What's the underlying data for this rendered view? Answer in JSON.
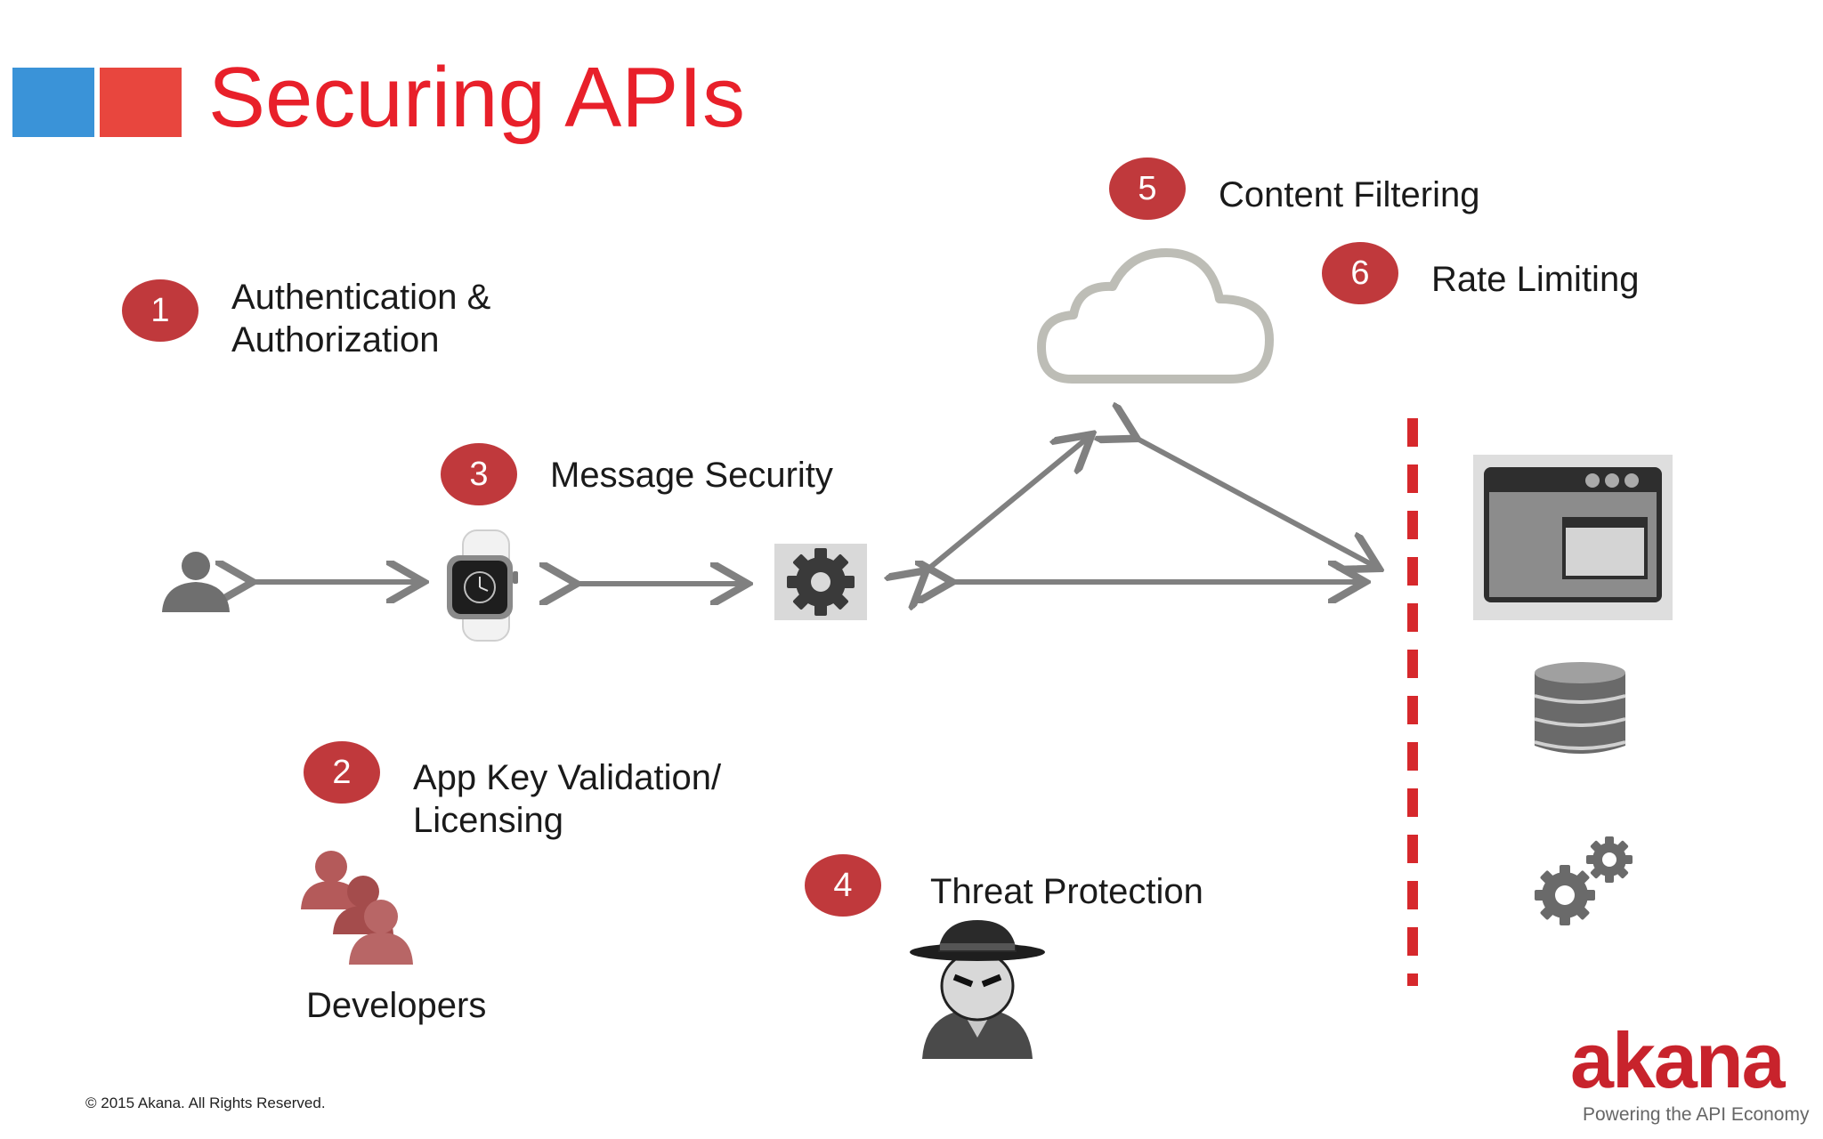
{
  "slide": {
    "title": "Securing APIs",
    "header_colors": {
      "blue": "#3a93d8",
      "red": "#e8463e",
      "title": "#e8202a"
    }
  },
  "steps": [
    {
      "number": "1",
      "label_line1": "Authentication &",
      "label_line2": "Authorization"
    },
    {
      "number": "2",
      "label_line1": "App Key Validation/",
      "label_line2": "Licensing"
    },
    {
      "number": "3",
      "label": "Message Security"
    },
    {
      "number": "4",
      "label": "Threat Protection"
    },
    {
      "number": "5",
      "label": "Content Filtering"
    },
    {
      "number": "6",
      "label": "Rate Limiting"
    }
  ],
  "developers_label": "Developers",
  "badge_color": "#c0393c",
  "boundary_color": "#d6282c",
  "icons": [
    "user-icon",
    "smartwatch-icon",
    "gear-icon",
    "cloud-icon",
    "browser-window-icon",
    "database-icon",
    "gears-icon",
    "developers-icon",
    "hacker-icon"
  ],
  "footer": {
    "copyright": "© 2015 Akana. All Rights Reserved.",
    "logo": "akana",
    "tagline": "Powering the API Economy"
  }
}
